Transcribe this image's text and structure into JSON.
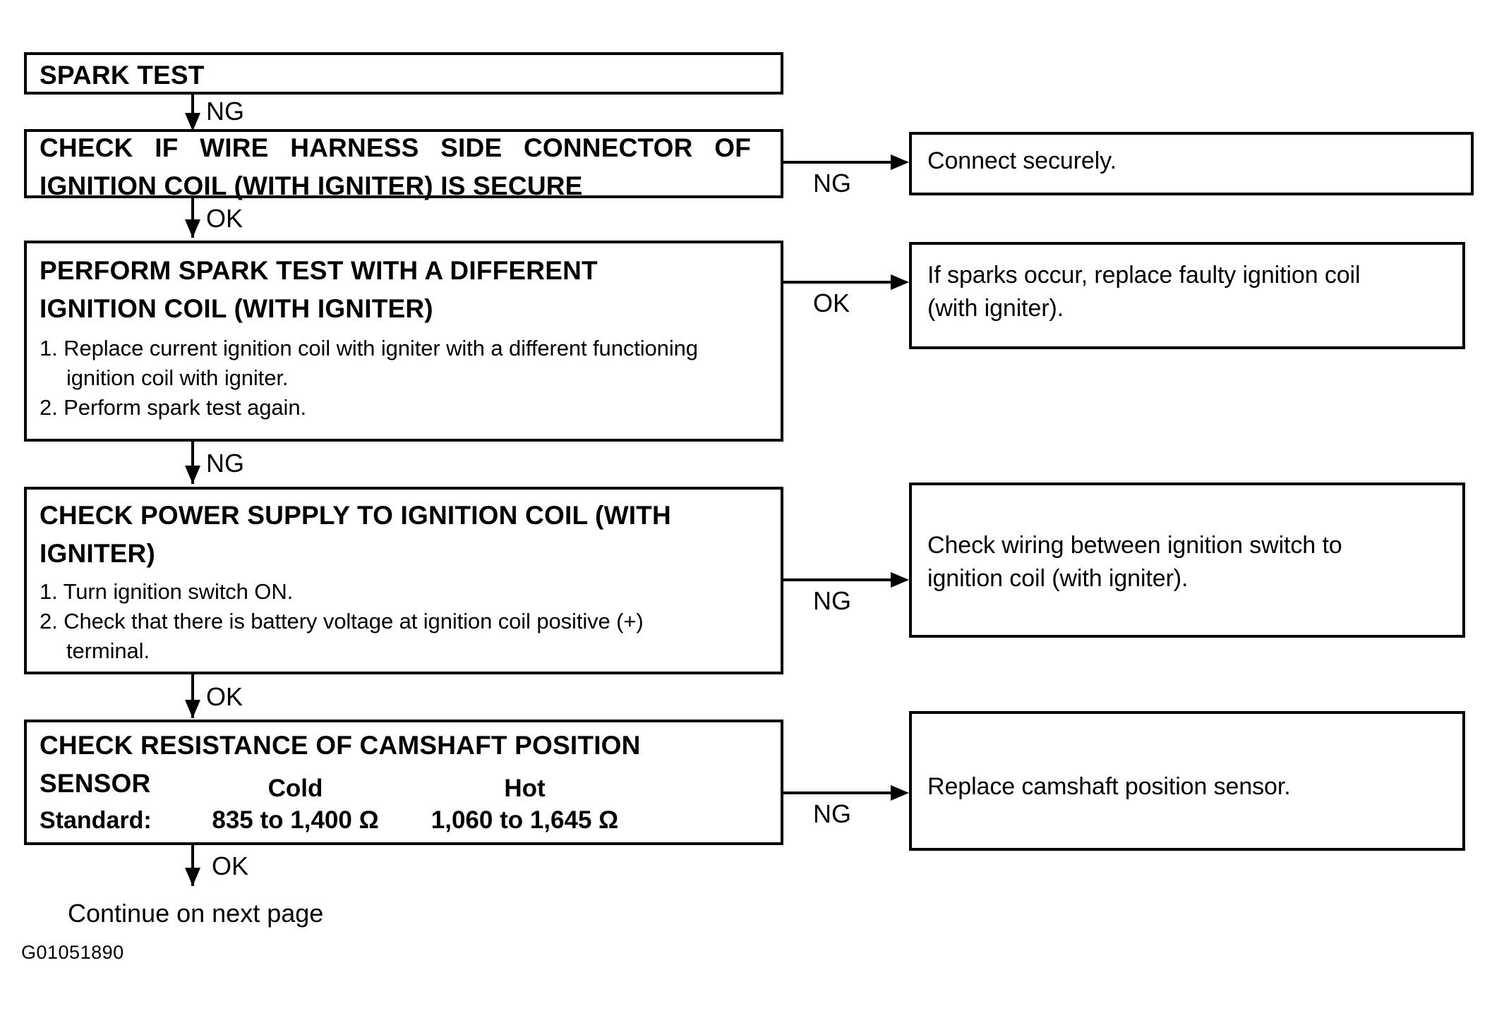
{
  "figure": {
    "id_label": "G01051890",
    "continue_label": "Continue on next page"
  },
  "edges": {
    "spark_to_connector": "NG",
    "connector_to_connect": "NG",
    "connector_to_perform": "OK",
    "perform_to_sparks": "OK",
    "perform_to_power": "NG",
    "power_to_wiring": "NG",
    "power_to_resistance": "OK",
    "resistance_to_replace": "NG",
    "resistance_to_continue": "OK"
  },
  "nodes": {
    "spark_test": {
      "title": "SPARK TEST"
    },
    "check_connector": {
      "title_line1": "CHECK IF WIRE HARNESS SIDE CONNECTOR OF",
      "title_line2": "IGNITION COIL (WITH IGNITER) IS SECURE"
    },
    "perform_spark_test": {
      "title_line1": "PERFORM SPARK TEST WITH A DIFFERENT",
      "title_line2": "IGNITION COIL (WITH IGNITER)",
      "steps": [
        {
          "num": "1.",
          "text": "Replace current ignition coil with igniter with a different functioning",
          "cont": "ignition coil with igniter."
        },
        {
          "num": "2.",
          "text": "Perform spark test again.",
          "cont": ""
        }
      ]
    },
    "check_power_supply": {
      "title_line1": "CHECK POWER SUPPLY TO IGNITION COIL (WITH",
      "title_line2": "IGNITER)",
      "steps": [
        {
          "num": "1.",
          "text": "Turn ignition switch ON.",
          "cont": ""
        },
        {
          "num": "2.",
          "text": "Check that there is battery voltage at ignition coil positive (+)",
          "cont": "terminal."
        }
      ]
    },
    "check_resistance": {
      "title_line1": "CHECK RESISTANCE OF CAMSHAFT POSITION",
      "title_line2": "SENSOR",
      "standard_label": "Standard:",
      "columns": [
        "Cold",
        "Hot"
      ],
      "values": [
        "835 to 1,400 Ω",
        "1,060 to 1,645 Ω"
      ]
    }
  },
  "outcomes": {
    "connect_securely": {
      "text": "Connect securely."
    },
    "replace_faulty_coil": {
      "line1": "If sparks occur, replace faulty ignition coil",
      "line2": "(with igniter)."
    },
    "check_wiring": {
      "line1": "Check wiring between ignition switch to",
      "line2": "ignition coil (with igniter)."
    },
    "replace_sensor": {
      "text": "Replace camshaft position sensor."
    }
  }
}
